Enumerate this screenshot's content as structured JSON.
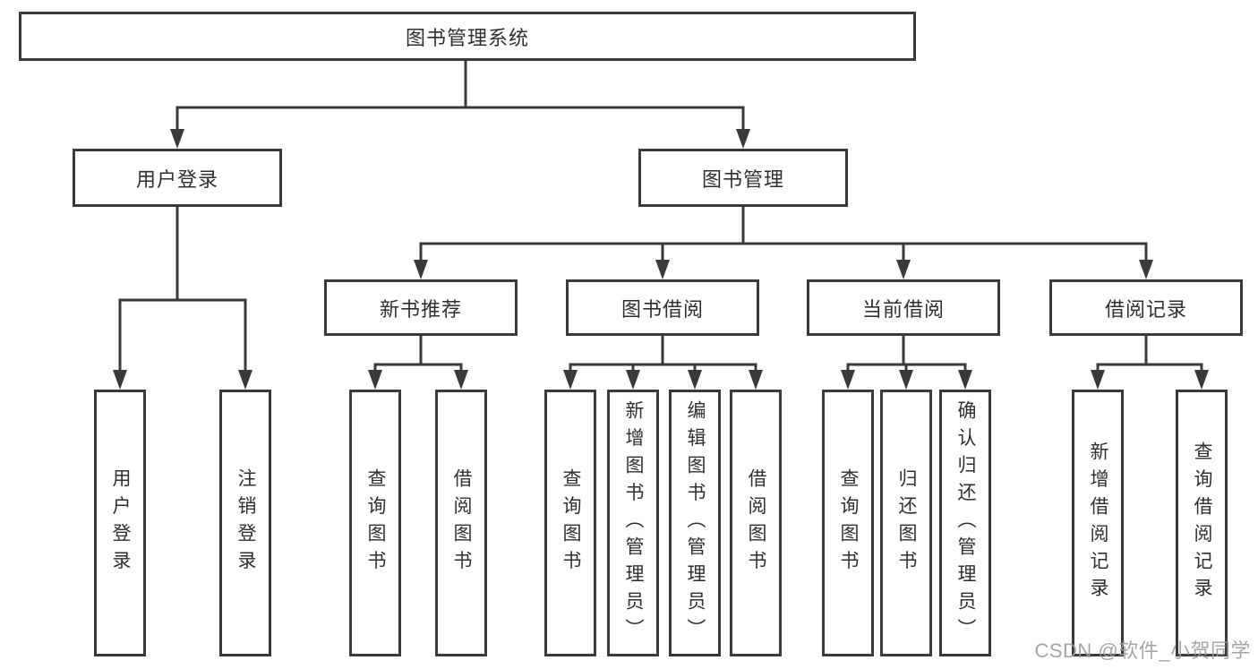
{
  "diagram": {
    "type": "hierarchy-tree",
    "line_color": "#3a3a3a",
    "text_color": "#2f2f2f",
    "background_color": "#ffffff",
    "watermark_color": "#9c9c9c"
  },
  "nodes": {
    "root": "图书管理系统",
    "user_login": "用户登录",
    "book_mgmt": "图书管理",
    "new_book_rec": "新书推荐",
    "book_borrow": "图书借阅",
    "current_borrow": "当前借阅",
    "borrow_record": "借阅记录",
    "leaf_user_login": "用户登录",
    "leaf_logout": "注销登录",
    "nbr_query_book": "查询图书",
    "nbr_borrow_book": "借阅图书",
    "bb_query_book": "查询图书",
    "bb_add_book": "新增图书（管理员）",
    "bb_edit_book": "编辑图书（管理员）",
    "bb_borrow_book": "借阅图书",
    "cb_query_book": "查询图书",
    "cb_return_book": "归还图书",
    "cb_confirm_return": "确认归还（管理员）",
    "br_add_record": "新增借阅记录",
    "br_query_record": "查询借阅记录"
  },
  "watermark": "CSDN @软件_小贺同学"
}
